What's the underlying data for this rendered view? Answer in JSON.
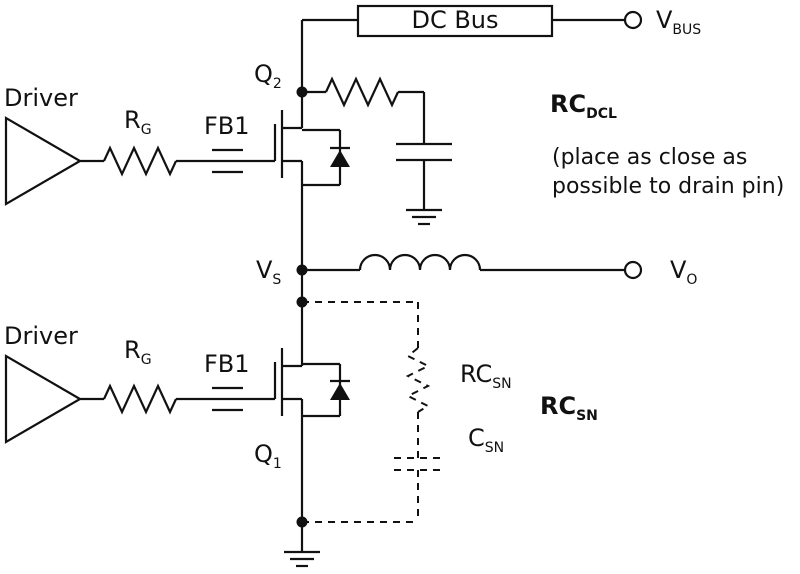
{
  "diagram": {
    "colors": {
      "ink": "#111111",
      "background": "#ffffff"
    },
    "dc_bus": "DC Bus",
    "v_bus": {
      "main": "V",
      "sub": "BUS"
    },
    "v_o": {
      "main": "V",
      "sub": "O"
    },
    "v_s": {
      "main": "V",
      "sub": "S"
    },
    "upper": {
      "driver": "Driver",
      "rg": {
        "main": "R",
        "sub": "G"
      },
      "fb": "FB1",
      "q": {
        "main": "Q",
        "sub": "2"
      }
    },
    "lower": {
      "driver": "Driver",
      "rg": {
        "main": "R",
        "sub": "G"
      },
      "fb": "FB1",
      "q": {
        "main": "Q",
        "sub": "1"
      }
    },
    "rc_dcl": {
      "main": "RC",
      "sub": "DCL",
      "note_line1": "(place as close as",
      "note_line2": "possible to drain pin)"
    },
    "rc_sn": {
      "main": "RC",
      "sub": "SN"
    },
    "rc_sn_resistor": {
      "main": "RC",
      "sub": "SN"
    },
    "c_sn": {
      "main": "C",
      "sub": "SN"
    }
  }
}
